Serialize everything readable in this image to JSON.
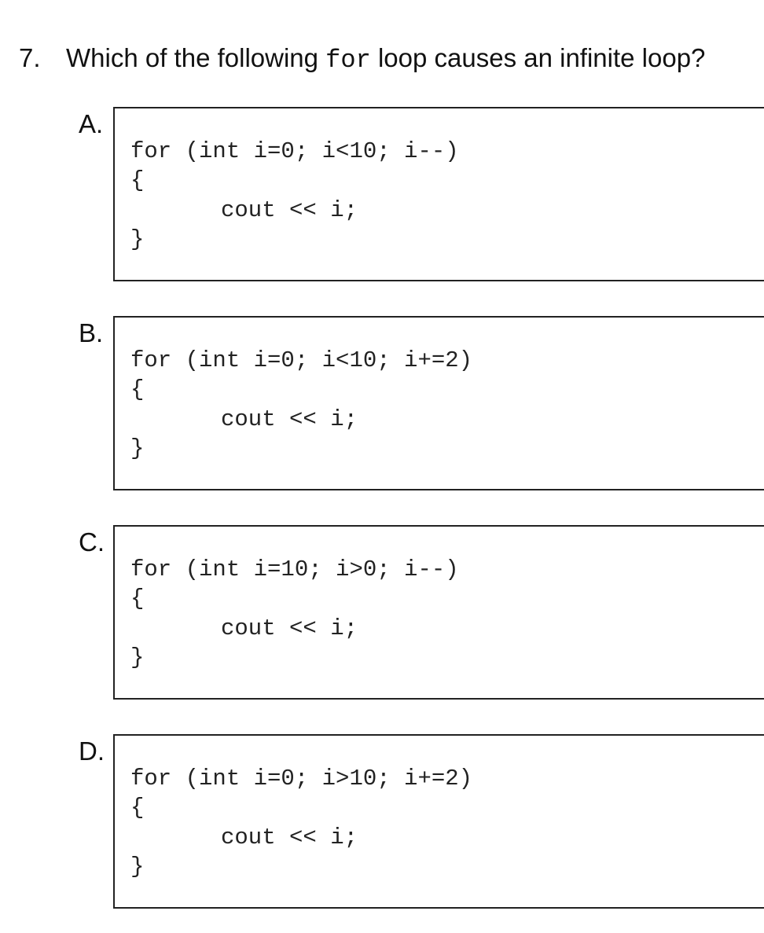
{
  "question": {
    "number": "7.",
    "text_before": "Which of the following ",
    "keyword": "for",
    "text_after": " loop causes an infinite loop?"
  },
  "options": [
    {
      "letter": "A.",
      "code": [
        "for (int i=0; i<10; i--)",
        "{",
        "cout << i;",
        "}"
      ]
    },
    {
      "letter": "B.",
      "code": [
        "for (int i=0; i<10; i+=2)",
        "{",
        "cout << i;",
        "}"
      ]
    },
    {
      "letter": "C.",
      "code": [
        "for (int i=10; i>0; i--)",
        "{",
        "cout << i;",
        "}"
      ]
    },
    {
      "letter": "D.",
      "code": [
        "for (int i=0; i>10; i+=2)",
        "{",
        "cout << i;",
        "}"
      ]
    }
  ]
}
